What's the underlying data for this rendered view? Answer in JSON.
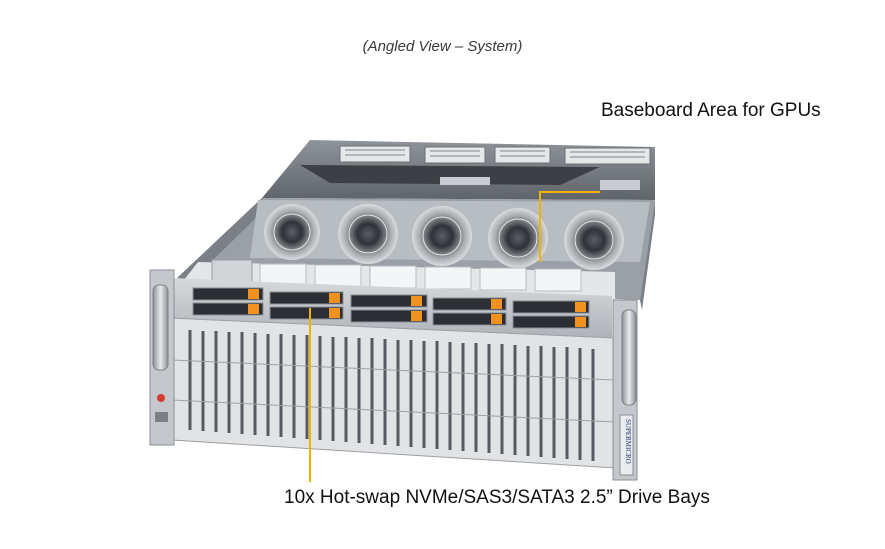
{
  "caption": "(Angled View – System)",
  "callouts": {
    "gpu_baseboard": "Baseboard Area for GPUs",
    "drive_bays": "10x Hot-swap NVMe/SAS3/SATA3 2.5” Drive Bays"
  },
  "brand_label": "SUPERMICRO",
  "colors": {
    "callout_line": "#f0b400",
    "drive_latch": "#f2921e",
    "chassis": "#c9cdd1"
  },
  "chassis": {
    "drive_bays": 10,
    "front_fans": 5
  }
}
